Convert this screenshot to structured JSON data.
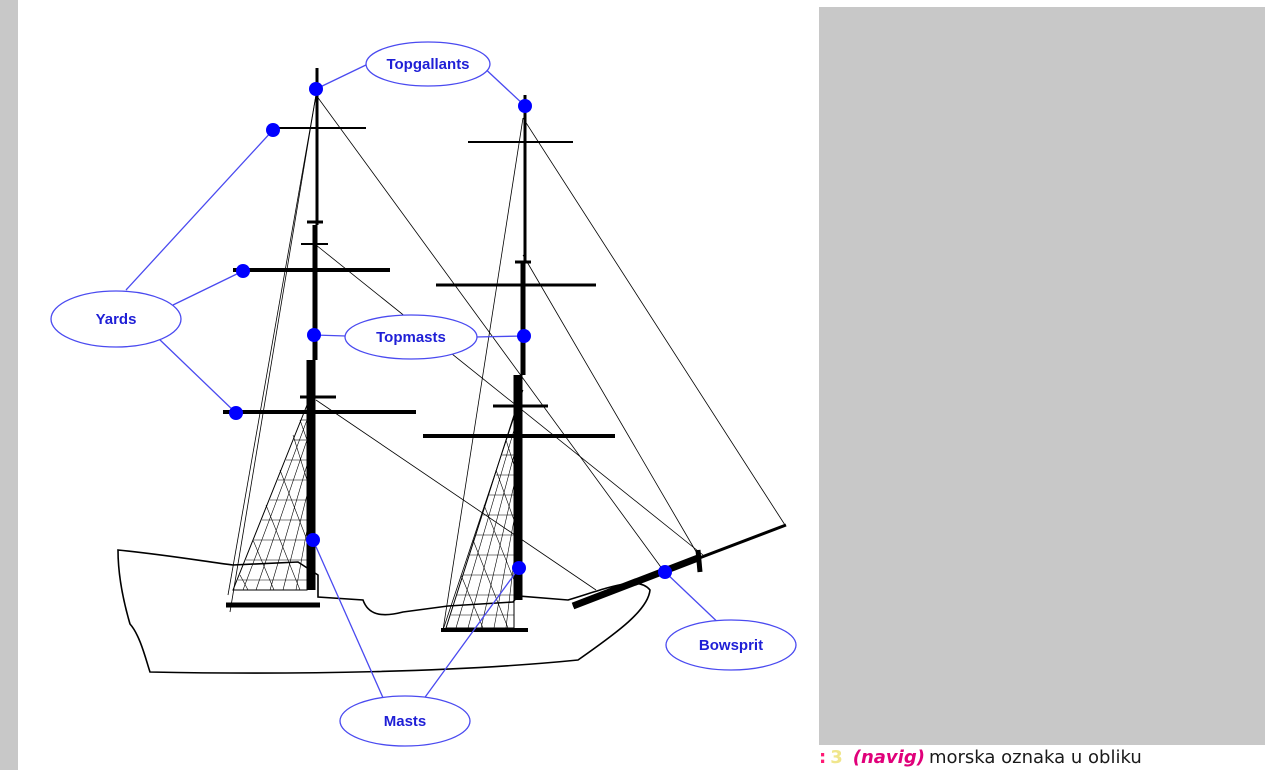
{
  "diagram": {
    "labels": {
      "topgallants": "Topgallants",
      "yards": "Yards",
      "topmasts": "Topmasts",
      "bowsprit": "Bowsprit",
      "masts": "Masts"
    },
    "colors": {
      "label": "#1f1fd6",
      "connector": "#4a4af0",
      "dot": "#0000ff",
      "rigging": "#000000"
    }
  },
  "caption": {
    "punct": ":",
    "number": "3",
    "tag": "(navig)",
    "text": "morska oznaka u obliku"
  }
}
